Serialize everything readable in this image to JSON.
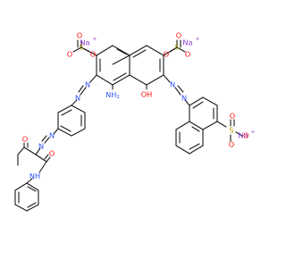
{
  "molecule": {
    "labels": {
      "na1": "Na",
      "na2": "Na",
      "na3": "Na",
      "plus1": "+",
      "plus2": "+",
      "plus3": "+",
      "s1": "S",
      "s2": "S",
      "s3": "S",
      "o": "O",
      "o_minus": "O",
      "minus": "-",
      "n": "N",
      "nh": "NH",
      "h": "H",
      "amino": "NH",
      "amino_sub": "2",
      "oh": "OH"
    },
    "colors": {
      "bond": "#1a1a1a",
      "oxygen": "#ff0d0d",
      "nitrogen": "#3050f8",
      "sulfur": "#b8a000",
      "sodium": "#8f40d4"
    }
  }
}
